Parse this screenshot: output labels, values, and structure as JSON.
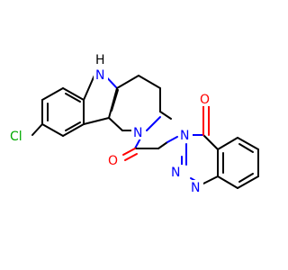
{
  "molecule": {
    "atoms": {
      "nh": "H\nN",
      "n_ring": "N",
      "o_amide": "O",
      "o_keto": "O",
      "cl": "Cl",
      "n3": "N",
      "n2": "N",
      "n1": "N"
    },
    "colors": {
      "carbon": "#000000",
      "nitrogen": "#0000ff",
      "oxygen": "#ff0000",
      "chlorine": "#00aa00"
    }
  }
}
